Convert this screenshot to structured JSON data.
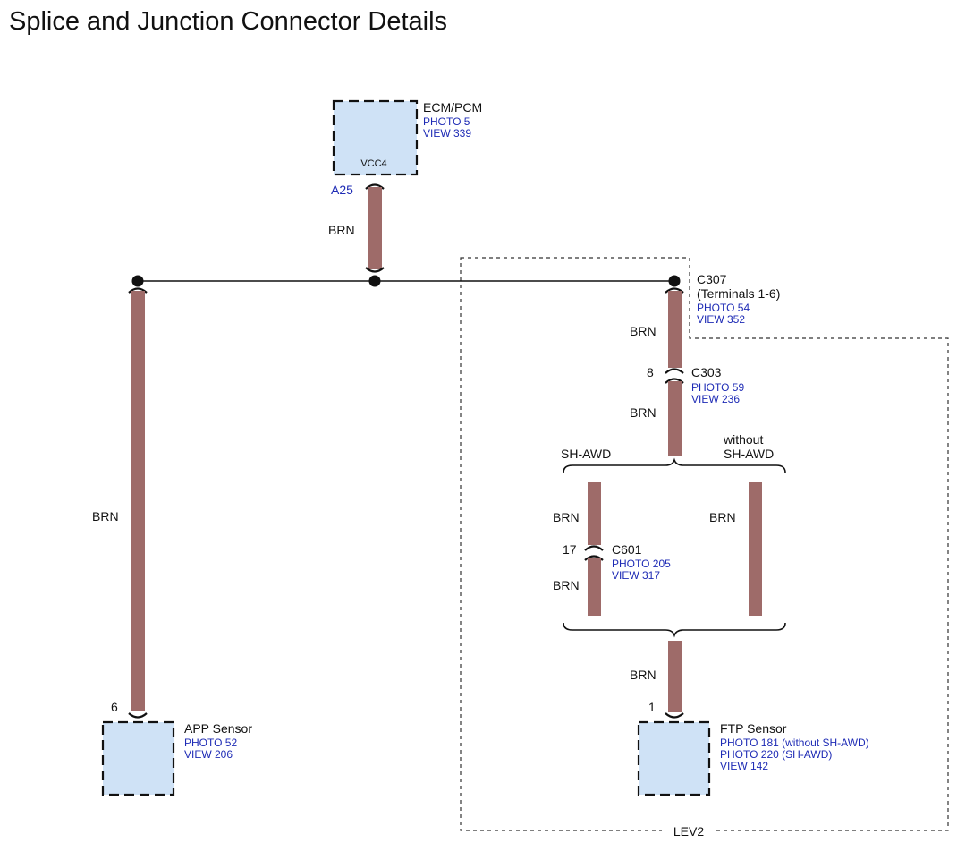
{
  "title": "Splice and Junction Connector Details",
  "colors": {
    "wire": "#9e6b69",
    "box_fill": "#cfe2f6",
    "link_text": "#1e2bb5",
    "line": "#111111"
  },
  "ecm": {
    "name": "ECM/PCM",
    "photo": "PHOTO 5",
    "view": "VIEW 339",
    "terminal_name": "VCC4",
    "pin": "A25"
  },
  "wire_color_label": "BRN",
  "c307": {
    "name": "C307",
    "note": "(Terminals 1-6)",
    "photo": "PHOTO 54",
    "view": "VIEW 352"
  },
  "c303": {
    "name": "C303",
    "pin": "8",
    "photo": "PHOTO 59",
    "view": "VIEW 236"
  },
  "branches": {
    "left": "SH-AWD",
    "right_line1": "without",
    "right_line2": "SH-AWD"
  },
  "c601": {
    "name": "C601",
    "pin": "17",
    "photo": "PHOTO 205",
    "view": "VIEW 317"
  },
  "app_sensor": {
    "name": "APP Sensor",
    "pin": "6",
    "photo": "PHOTO 52",
    "view": "VIEW 206"
  },
  "ftp_sensor": {
    "name": "FTP Sensor",
    "pin": "1",
    "photo1": "PHOTO 181 (without SH-AWD)",
    "photo2": "PHOTO 220 (SH-AWD)",
    "view": "VIEW 142"
  },
  "region_label": "LEV2"
}
